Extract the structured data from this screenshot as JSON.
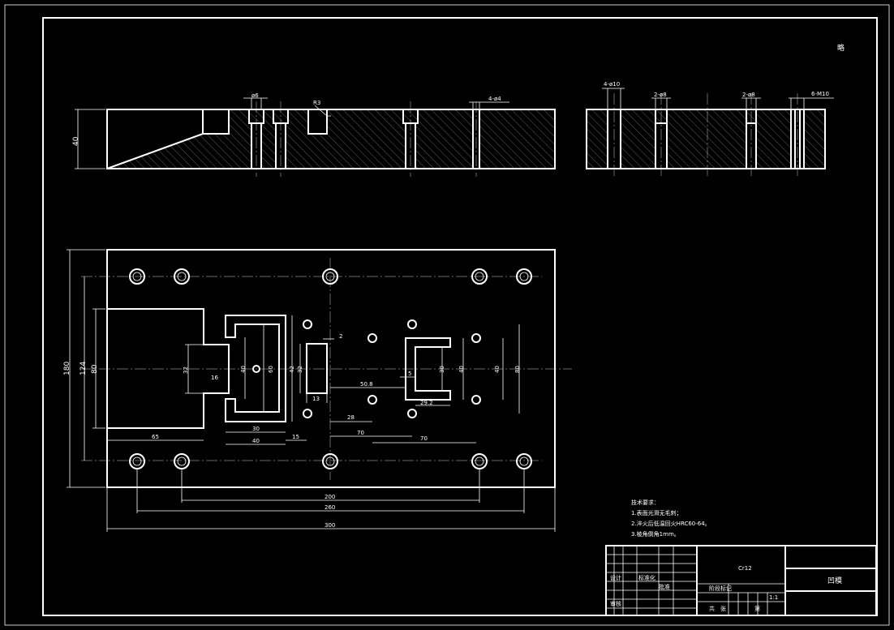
{
  "drawing": {
    "corner_mark": "略",
    "front_view_dims": {
      "height": "40",
      "hole_dia": "ø6",
      "radius": "R3",
      "pin_holes": "4-ø4"
    },
    "side_view_dims": {
      "bolt_holes": "4-ø10",
      "dowel_a": "2-ø8",
      "dowel_b": "2-ø8",
      "threads": "6-M10"
    },
    "plan_dims": {
      "overall_height": "180",
      "h124": "124",
      "h80": "80",
      "v32": "32",
      "h16": "16",
      "v40a": "40",
      "v60a": "60",
      "v42": "42",
      "v32b": "32",
      "gap2": "2",
      "w13": "13",
      "d50_8": "50.8",
      "d5": "5",
      "v30": "30",
      "v40b": "40",
      "v40c": "40",
      "v80": "80",
      "d29_2": "29.2",
      "w65": "65",
      "w30": "30",
      "w40": "40",
      "w15": "15",
      "w28": "28",
      "w70a": "70",
      "w70b": "70",
      "w200": "200",
      "w260": "260",
      "w300": "300"
    },
    "notes": {
      "title": "技术要求：",
      "line1": "1.表面光滑无毛刺；",
      "line2": "2.淬火后低温回火HRC60-64。",
      "line3": "3.棱角倒角1mm。"
    },
    "title_block": {
      "material": "Cr12",
      "part_name": "凹模",
      "scale": "1:1",
      "label_a": "设计",
      "label_b": "标准化",
      "label_c": "批准",
      "label_d": "审核",
      "label_e": "阶段标记",
      "label_f": "共",
      "label_g": "张",
      "label_h": "第"
    }
  }
}
